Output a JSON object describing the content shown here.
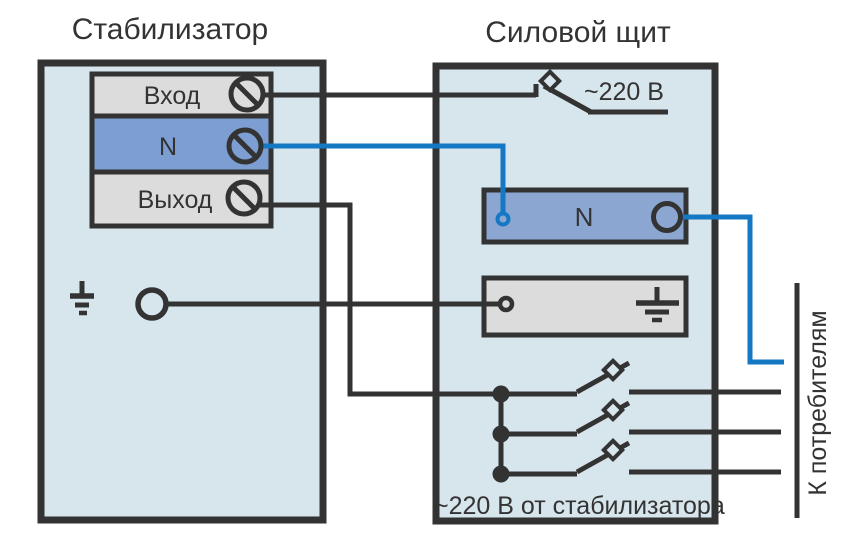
{
  "colors": {
    "background": "#ffffff",
    "panel_fill": "#d7e5ec",
    "terminal_gray": "#dcdcdc",
    "terminal_blue": "#7d9ed2",
    "bus_blue": "#8ca6d2",
    "line_dark": "#333333",
    "wire_blue": "#1478c4"
  },
  "stabilizer": {
    "title": "Стабилизатор",
    "terminals": [
      {
        "label": "Вход"
      },
      {
        "label": "N"
      },
      {
        "label": "Выход"
      }
    ]
  },
  "power_panel": {
    "title": "Силовой щит",
    "mains_label": "~220 В",
    "neutral_bus_label": "N",
    "bottom_label": "~220 В от стабилизатора"
  },
  "output": {
    "consumers_label": "К потребителям"
  }
}
